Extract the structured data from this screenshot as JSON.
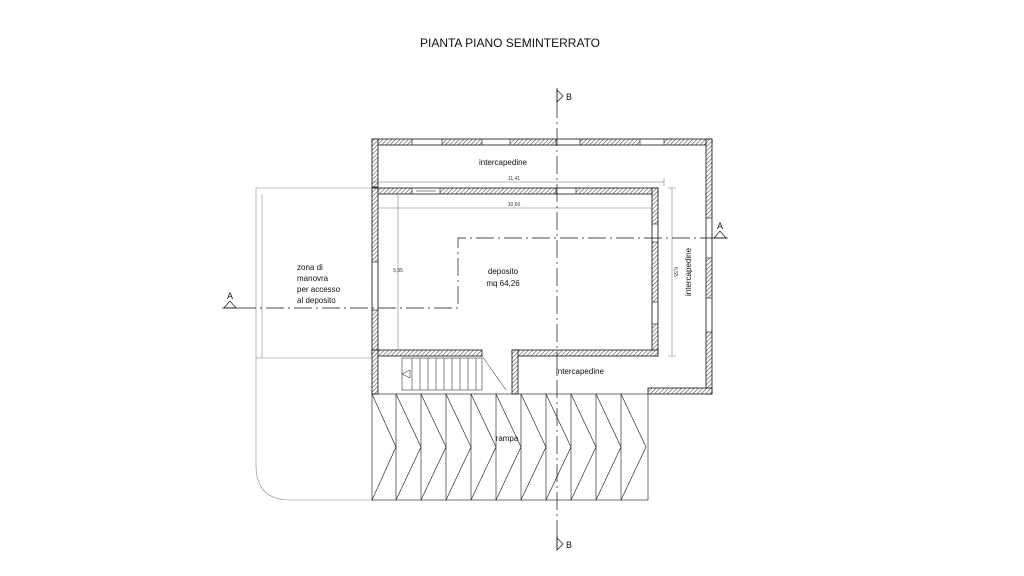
{
  "title": "PIANTA  PIANO  SEMINTERRATO",
  "rooms": {
    "intercapedine_top": "intercapedine",
    "intercapedine_right": "intercapedine",
    "intercapedine_bottom": "intercapedine",
    "deposito_name": "deposito",
    "deposito_area": "mq  64,26",
    "zona_line1": "zona di",
    "zona_line2": "manovra",
    "zona_line3": "per accesso",
    "zona_line4": "al deposito",
    "rampa": "rampa"
  },
  "dimensions": {
    "outer_width": "11,41",
    "inner_width": "10,60",
    "inner_height": "5,95",
    "outer_height": "6,55"
  },
  "sections": {
    "a_left": "A",
    "a_right": "A",
    "b_top": "B",
    "b_bottom": "B"
  },
  "colors": {
    "line": "#111111",
    "wall_hatch": "#555555",
    "thin": "#888888"
  }
}
